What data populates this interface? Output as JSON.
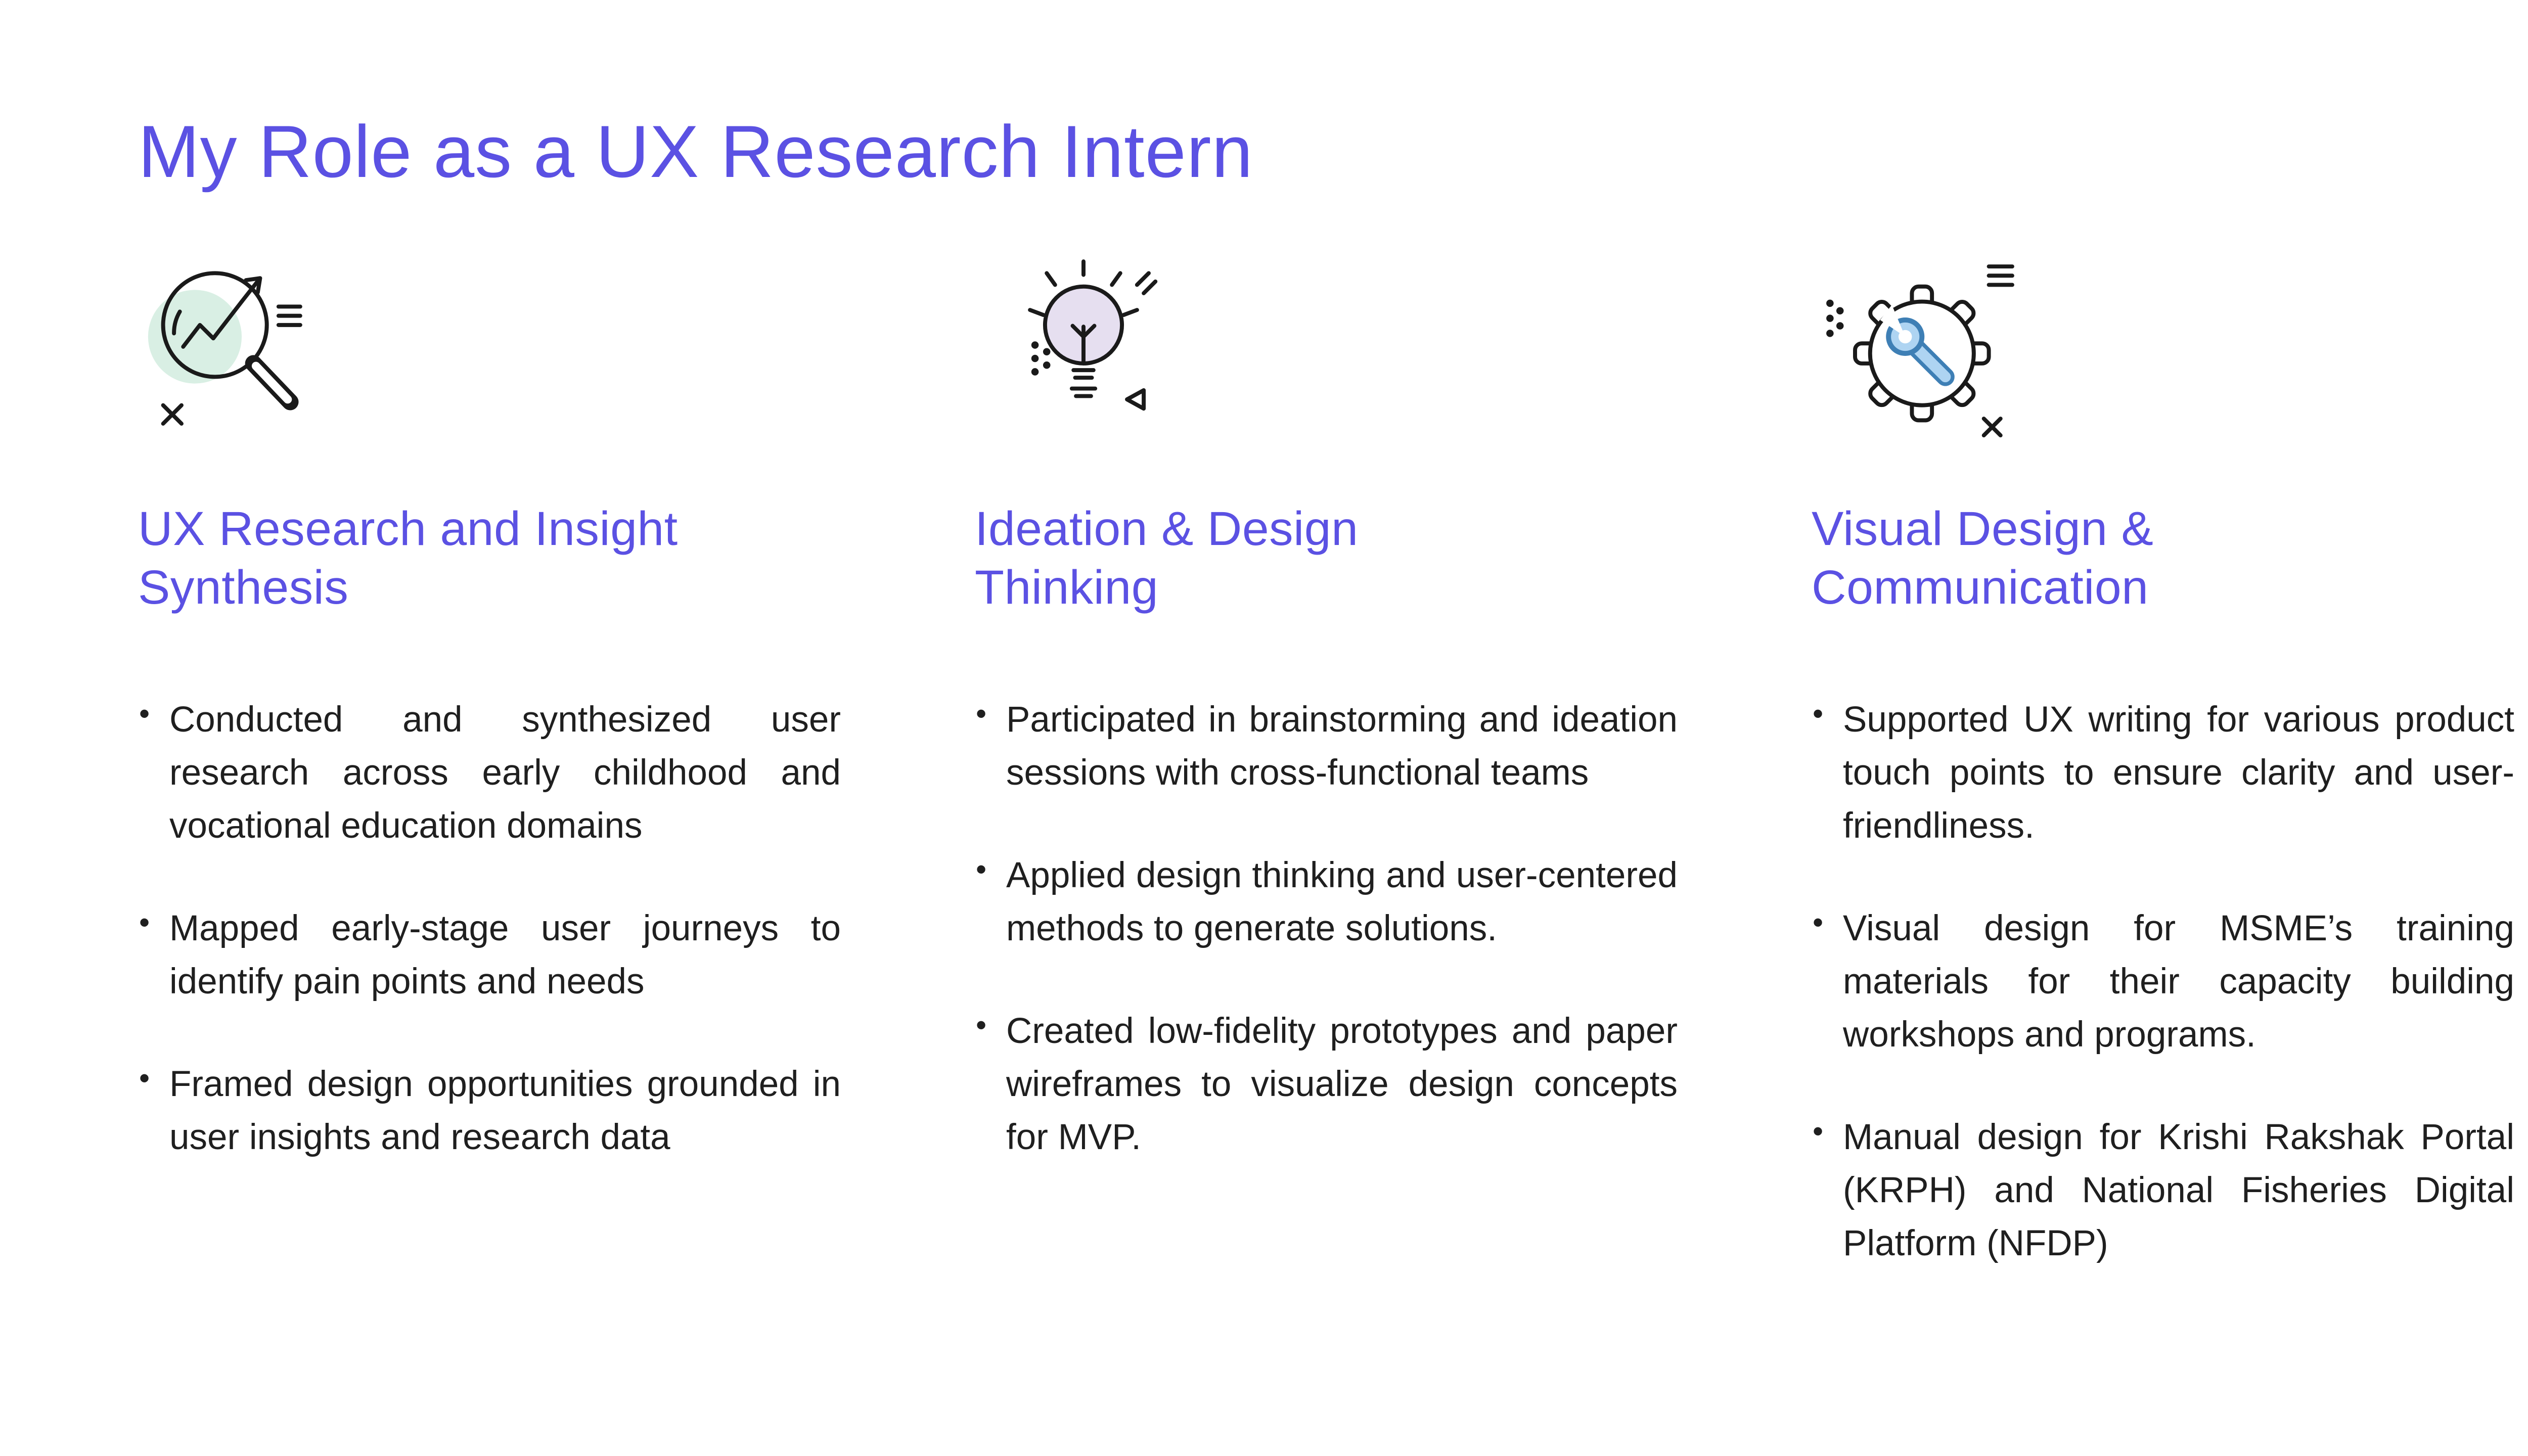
{
  "slide": {
    "title": "My Role as a UX Research Intern"
  },
  "colors": {
    "accent": "#5b51e3",
    "body_text": "#1f1f1f",
    "background": "#ffffff",
    "icon_mint": "#d9efe4",
    "icon_lavender": "#e6dff0",
    "icon_blue": "#aed4f2",
    "icon_blue_dark": "#3e7fb5"
  },
  "columns": [
    {
      "icon": "magnifier-trend-chart-icon",
      "heading_lines": [
        "UX Research and Insight",
        "Synthesis"
      ],
      "bullets": [
        "Conducted and synthesized user research across early childhood and vocational education domains",
        "Mapped early-stage user journeys to identify pain points and needs",
        "Framed design opportunities grounded in user insights and research data"
      ]
    },
    {
      "icon": "lightbulb-idea-icon",
      "heading_lines": [
        "Ideation & Design",
        "Thinking"
      ],
      "bullets": [
        "Participated in brainstorming and ideation sessions with cross-functional teams",
        "Applied design thinking and user-centered methods to generate solutions.",
        "Created low-fidelity prototypes and paper wireframes to visualize design concepts for MVP."
      ]
    },
    {
      "icon": "gear-wrench-icon",
      "heading_lines": [
        "Visual Design &",
        "Communication"
      ],
      "bullets": [
        "Supported UX writing for various product touch points to ensure clarity and user-friendliness.",
        "Visual design for MSME’s training materials for their capacity building workshops and programs.",
        "Manual design for Krishi Rakshak Portal (KRPH) and National Fisheries Digital Platform (NFDP)"
      ]
    }
  ]
}
